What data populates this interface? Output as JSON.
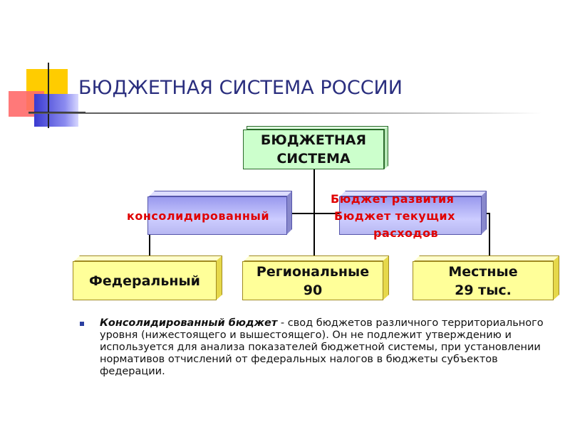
{
  "slide": {
    "title": "БЮДЖЕТНАЯ СИСТЕМА РОССИИ"
  },
  "diagram": {
    "root": {
      "line1": "БЮДЖЕТНАЯ",
      "line2": "СИСТЕМА"
    },
    "consolidated_label": "консолидированный",
    "development": {
      "line1": "Бюджет развития",
      "line2": "Бюджет текущих",
      "line3": "расходов"
    },
    "federal": {
      "line1": "Федеральный"
    },
    "regional": {
      "line1": "Региональные",
      "line2": "90"
    },
    "local": {
      "line1": "Местные",
      "line2": "29 тыс."
    }
  },
  "note": {
    "term": "Консолидированный бюджет",
    "definition": " - свод бюджетов различного территориального уровня (нижестоящего и вышестоящего). Он не подлежит утверждению  и  используется для анализа показателей бюджетной системы, при установлении нормативов отчислений от федеральных налогов в бюджеты субъектов федерации."
  },
  "colors": {
    "title": "#2b2f7f",
    "root_box": "#ccffcc",
    "blue_box": "#ccccff",
    "yellow_box": "#ffff99",
    "red_text": "#e00000",
    "bullet": "#2b3fa0"
  }
}
